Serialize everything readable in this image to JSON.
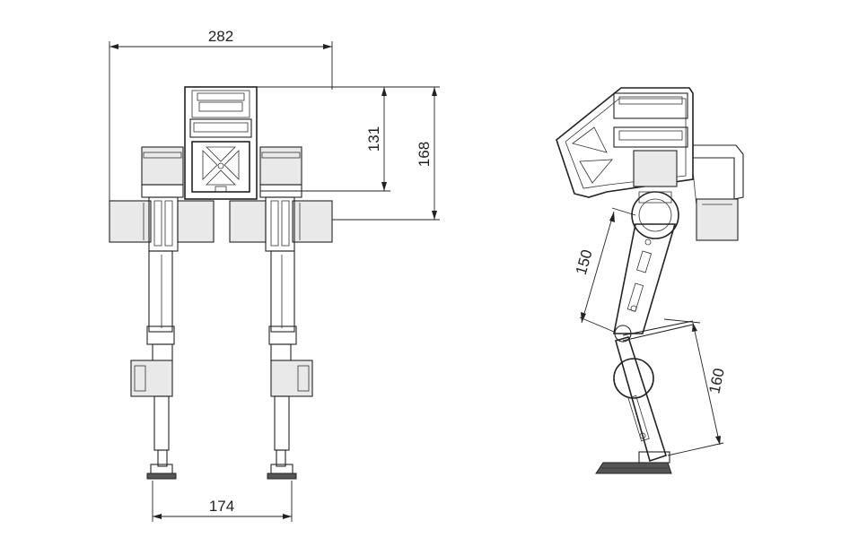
{
  "dimensions": {
    "overall_width": "282",
    "upper_height": "131",
    "total_height": "168",
    "foot_spacing": "174",
    "thigh_length": "150",
    "shin_length": "160"
  }
}
